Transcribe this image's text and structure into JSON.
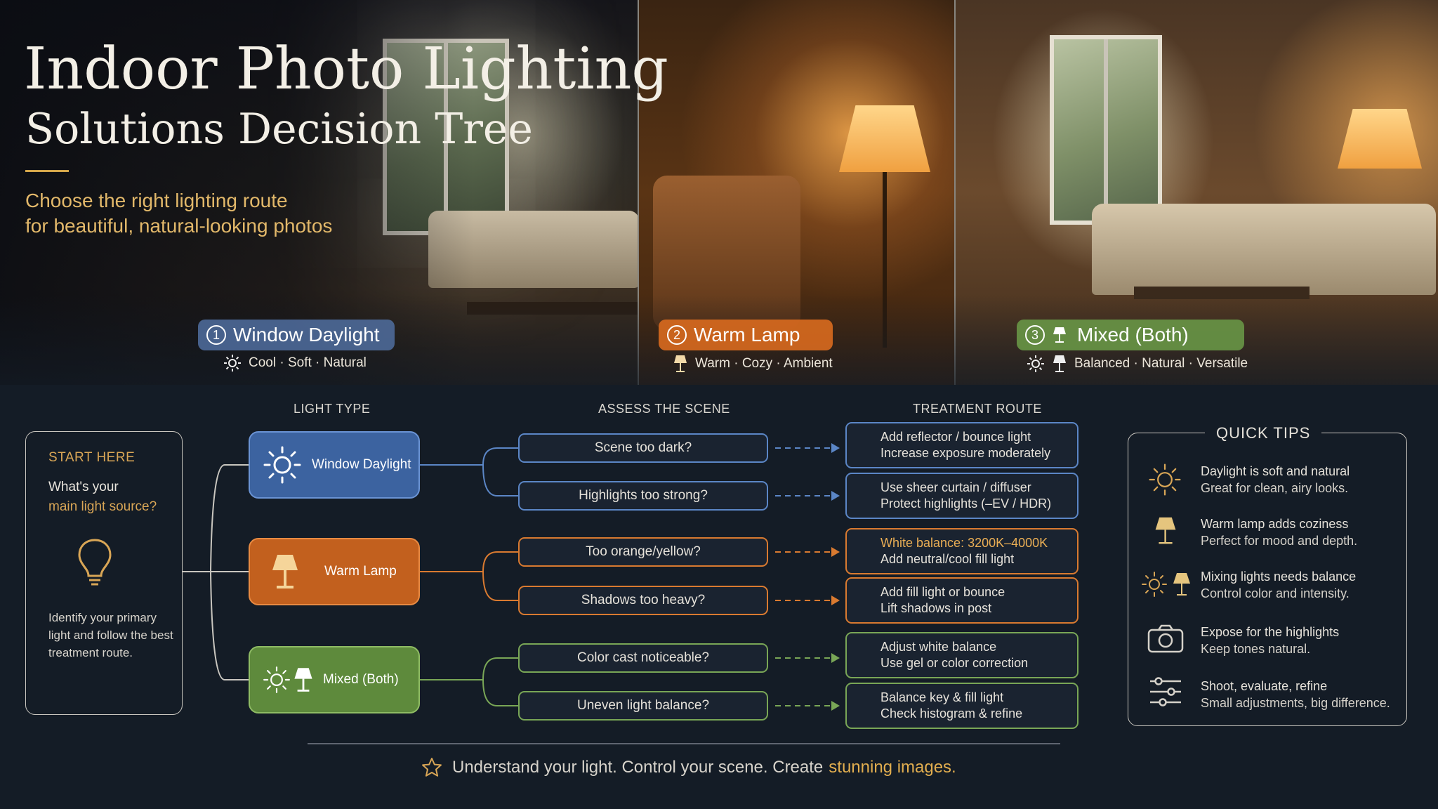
{
  "hero": {
    "title_line1": "Indoor Photo Lighting",
    "title_line2": "Solutions Decision Tree",
    "subtitle_line1": "Choose the right lighting route",
    "subtitle_line2": "for beautiful, natural-looking photos",
    "panels": [
      {
        "number": "1",
        "label": "Window Daylight",
        "tagline": "Cool · Soft · Natural",
        "color": "#4f6ea0"
      },
      {
        "number": "2",
        "label": "Warm Lamp",
        "tagline": "Warm · Cozy · Ambient",
        "color": "#d6691e"
      },
      {
        "number": "3",
        "label": "Mixed (Both)",
        "tagline": "Balanced · Natural · Versatile",
        "color": "#689646"
      }
    ]
  },
  "columns": {
    "light_type": "LIGHT TYPE",
    "assess": "ASSESS THE SCENE",
    "treatment": "TREATMENT ROUTE"
  },
  "start": {
    "title": "START HERE",
    "question_line1": "What's your",
    "question_line2": "main light source?",
    "description": "Identify your primary light and follow the best treatment route."
  },
  "light_types": [
    {
      "label": "Window Daylight",
      "icon": "sun-icon",
      "color": "#3c63a0"
    },
    {
      "label": "Warm Lamp",
      "icon": "lamp-icon",
      "color": "#c2601e"
    },
    {
      "label": "Mixed (Both)",
      "icon": "sun-lamp-icon",
      "color": "#5e8a3c"
    }
  ],
  "questions": [
    "Scene too dark?",
    "Highlights too strong?",
    "Too orange/yellow?",
    "Shadows too heavy?",
    "Color cast noticeable?",
    "Uneven light balance?"
  ],
  "treatments": [
    {
      "line1": "Add reflector / bounce light",
      "line2": "Increase exposure moderately"
    },
    {
      "line1": "Use sheer curtain / diffuser",
      "line2": "Protect highlights (–EV / HDR)"
    },
    {
      "line1": "White balance: 3200K–4000K",
      "line2": "Add neutral/cool fill light"
    },
    {
      "line1": "Add fill light or bounce",
      "line2": "Lift shadows in post"
    },
    {
      "line1": "Adjust white balance",
      "line2": "Use gel or color correction"
    },
    {
      "line1": "Balance key & fill light",
      "line2": "Check histogram & refine"
    }
  ],
  "tips": {
    "title": "QUICK TIPS",
    "items": [
      {
        "icon": "sun-icon",
        "line1": "Daylight is soft and natural",
        "line2": "Great for clean, airy looks."
      },
      {
        "icon": "lamp-icon",
        "line1": "Warm lamp adds coziness",
        "line2": "Perfect for mood and depth."
      },
      {
        "icon": "sun-lamp-icon",
        "line1": "Mixing lights needs balance",
        "line2": "Control color and intensity."
      },
      {
        "icon": "camera-icon",
        "line1": "Expose for the highlights",
        "line2": "Keep tones natural."
      },
      {
        "icon": "sliders-icon",
        "line1": "Shoot, evaluate, refine",
        "line2": "Small adjustments, big difference."
      }
    ]
  },
  "footer": {
    "text": "Understand your light. Control your scene. Create",
    "highlight": "stunning images."
  },
  "colors": {
    "background": "#141c26",
    "accent_gold": "#d9a656",
    "blue": "#5b86c6",
    "orange": "#d97a30",
    "green": "#79a656"
  }
}
